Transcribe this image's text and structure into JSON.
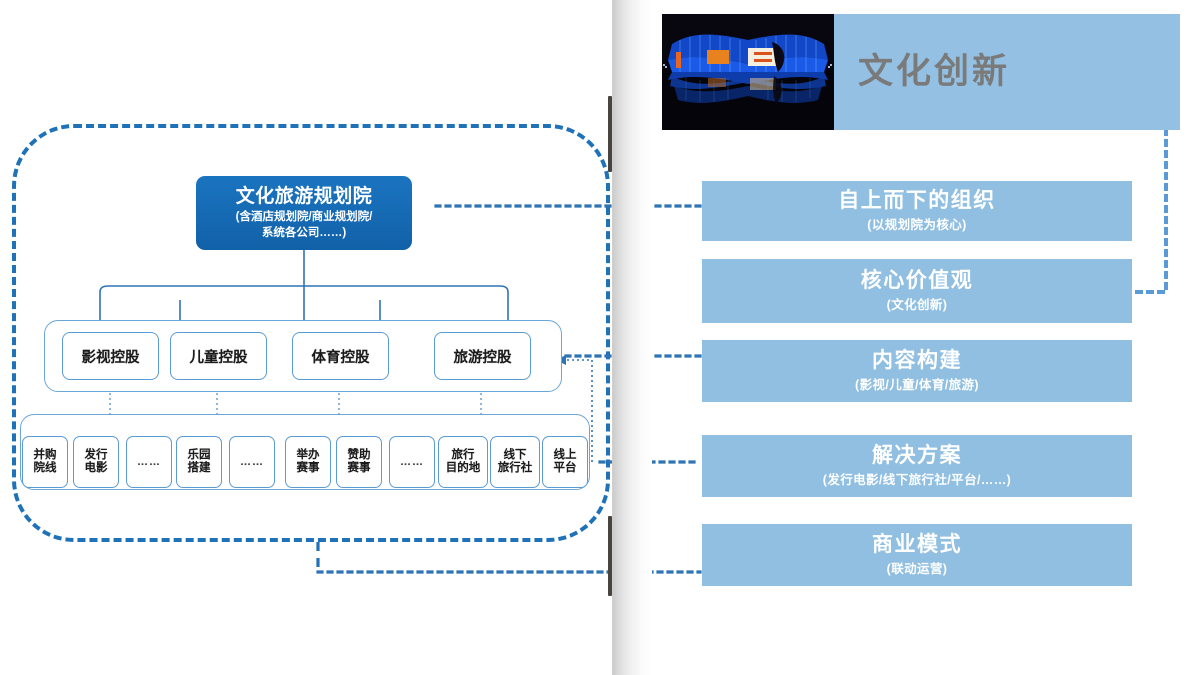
{
  "slide": {
    "header": {
      "title": "文化创新",
      "photo_alt": "night-building-photo",
      "band_color": "#93c0e3",
      "title_color": "#7a7a7a"
    },
    "left_diagram": {
      "root": {
        "title": "文化旅游规划院",
        "subtitle_line1": "(含酒店规划院/商业规划院/",
        "subtitle_line2": "系统各公司……)",
        "color": "#1161a8"
      },
      "holdings": [
        {
          "label": "影视控股"
        },
        {
          "label": "儿童控股"
        },
        {
          "label": "体育控股"
        },
        {
          "label": "旅游控股"
        }
      ],
      "leaves": [
        {
          "line1": "并购",
          "line2": "院线",
          "is_ellipsis": false
        },
        {
          "line1": "发行",
          "line2": "电影",
          "is_ellipsis": false
        },
        {
          "line1": "……",
          "line2": "",
          "is_ellipsis": true
        },
        {
          "line1": "乐园",
          "line2": "搭建",
          "is_ellipsis": false
        },
        {
          "line1": "……",
          "line2": "",
          "is_ellipsis": true
        },
        {
          "line1": "举办",
          "line2": "赛事",
          "is_ellipsis": false
        },
        {
          "line1": "赞助",
          "line2": "赛事",
          "is_ellipsis": false
        },
        {
          "line1": "……",
          "line2": "",
          "is_ellipsis": true
        },
        {
          "line1": "旅行",
          "line2": "目的地",
          "is_ellipsis": false
        },
        {
          "line1": "线下",
          "line2": "旅行社",
          "is_ellipsis": false
        },
        {
          "line1": "线上",
          "line2": "平台",
          "is_ellipsis": false
        }
      ],
      "outline_color": "#1f71b8"
    },
    "right_panel": {
      "boxes": [
        {
          "title": "自上而下的组织",
          "subtitle": "(以规划院为核心)"
        },
        {
          "title": "核心价值观",
          "subtitle": "(文化创新)"
        },
        {
          "title": "内容构建",
          "subtitle": "(影视/儿童/体育/旅游)"
        },
        {
          "title": "解决方案",
          "subtitle": "(发行电影/线下旅行社/平台/……)"
        },
        {
          "title": "商业模式",
          "subtitle": "(联动运营)"
        }
      ],
      "box_color": "#90bfe2",
      "connector_color": "#2e74b5"
    }
  }
}
